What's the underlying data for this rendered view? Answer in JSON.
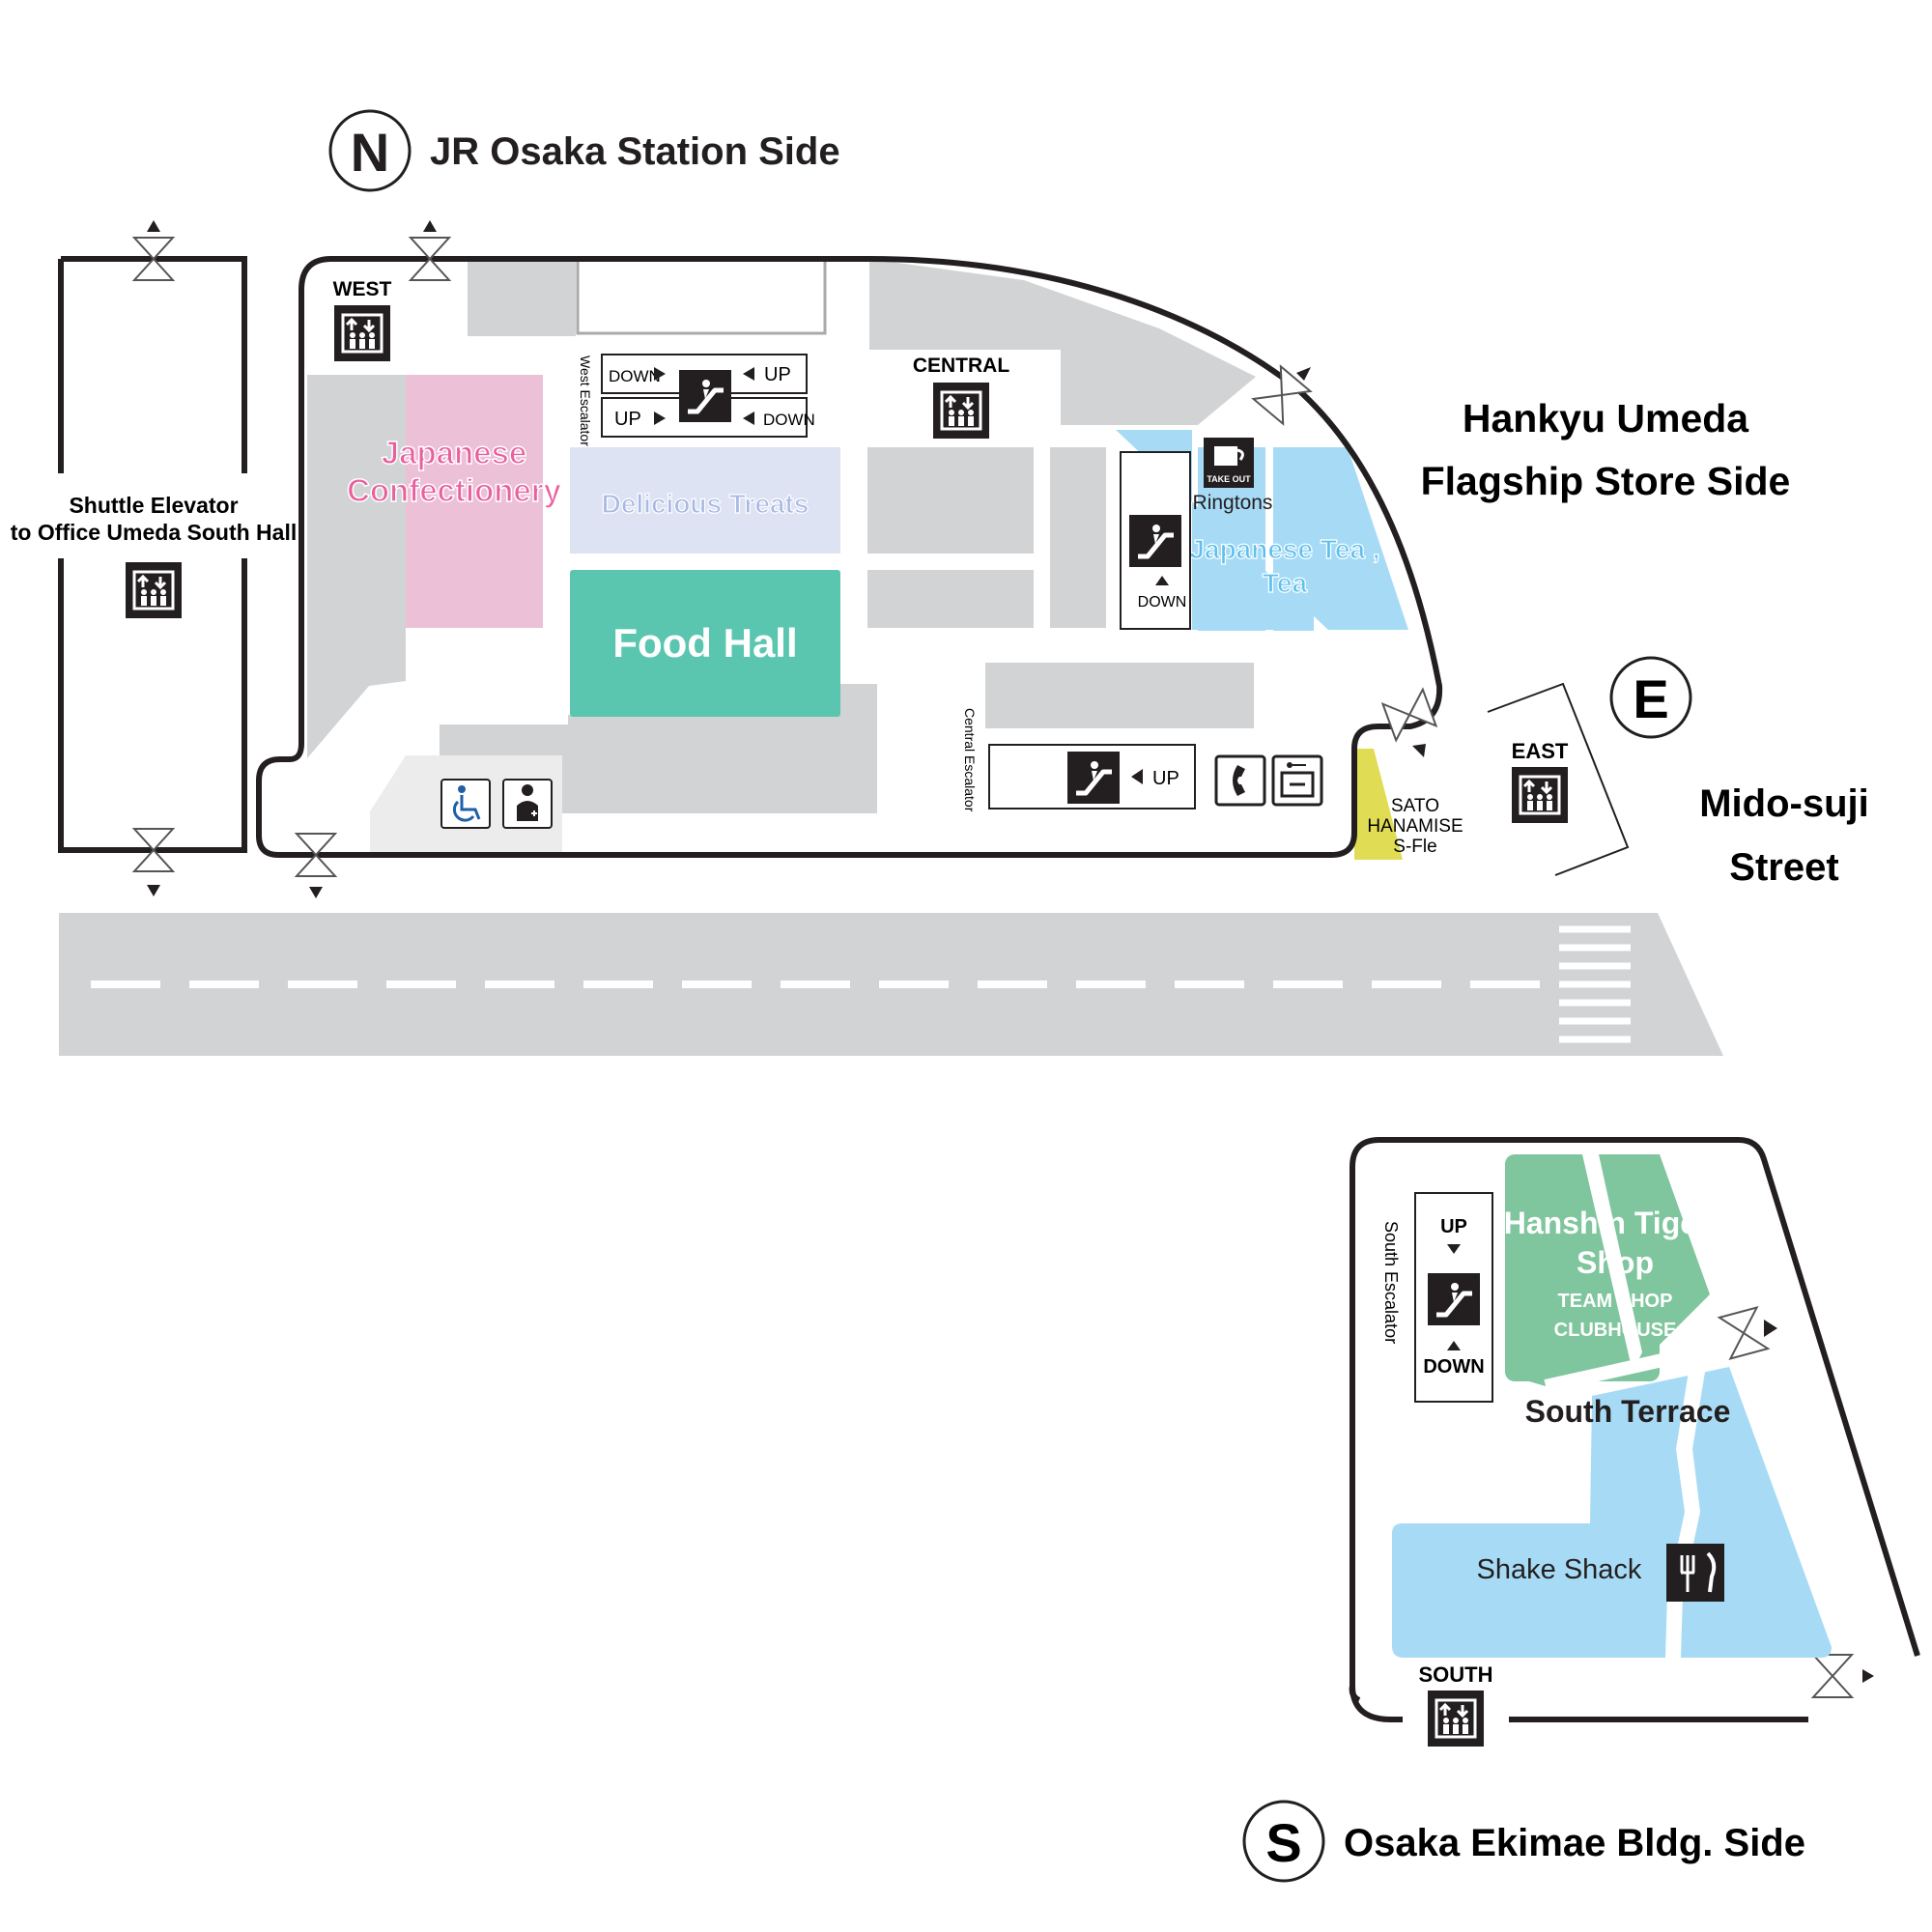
{
  "directions": {
    "north": {
      "letter": "N",
      "label": "JR Osaka Station Side"
    },
    "east": {
      "letter": "E",
      "label_line1": "Hankyu Umeda",
      "label_line2": "Flagship Store Side"
    },
    "east_street": {
      "line1": "Mido-suji",
      "line2": "Street"
    },
    "south": {
      "letter": "S",
      "label": "Osaka Ekimae Bldg. Side"
    }
  },
  "shuttle": {
    "line1": "Shuttle Elevator",
    "line2": "to Office Umeda South Hall"
  },
  "elevators": {
    "west": "WEST",
    "central": "CENTRAL",
    "east": "EAST",
    "south": "SOUTH"
  },
  "escalators": {
    "west": {
      "name": "West Escalator",
      "row1_left": "DOWN",
      "row1_right": "UP",
      "row2_left": "UP",
      "row2_right": "DOWN"
    },
    "central": {
      "name": "Central Escalator",
      "direction": "UP"
    },
    "ringtons": {
      "direction": "DOWN"
    },
    "south": {
      "name": "South Escalator",
      "top": "UP",
      "bottom": "DOWN"
    }
  },
  "shops": {
    "japanese_confectionery": {
      "line1": "Japanese",
      "line2": "Confectionery"
    },
    "delicious_treats": "Delicious Treats",
    "food_hall": "Food Hall",
    "ringtons": "Ringtons",
    "take_out": "TAKE OUT",
    "japanese_tea": {
      "line1": "Japanese Tea ,",
      "line2": "Tea"
    },
    "sato_hanamise": {
      "line1": "SATO",
      "line2": "HANAMISE",
      "line3": "S-Fle"
    },
    "hanshin_tigers": {
      "line1": "Hanshin Tigers",
      "line2": "Shop",
      "line3": "TEAM SHOP",
      "line4": "CLUBHOUSE"
    },
    "south_terrace": "South Terrace",
    "shake_shack": "Shake Shack"
  },
  "colors": {
    "pink": "#ecc0d6",
    "pink_text": "#e8609e",
    "lavender": "#dde3f3",
    "lavender_text": "#a9b8e4",
    "teal": "#5bc6b0",
    "light_blue": "#a7dbf5",
    "light_blue_text": "#5ec0ee",
    "green": "#7fc59d",
    "yellow": "#e0dd55",
    "gray": "#d2d3d5",
    "light_gray": "#ececed",
    "outline": "#231f20"
  }
}
